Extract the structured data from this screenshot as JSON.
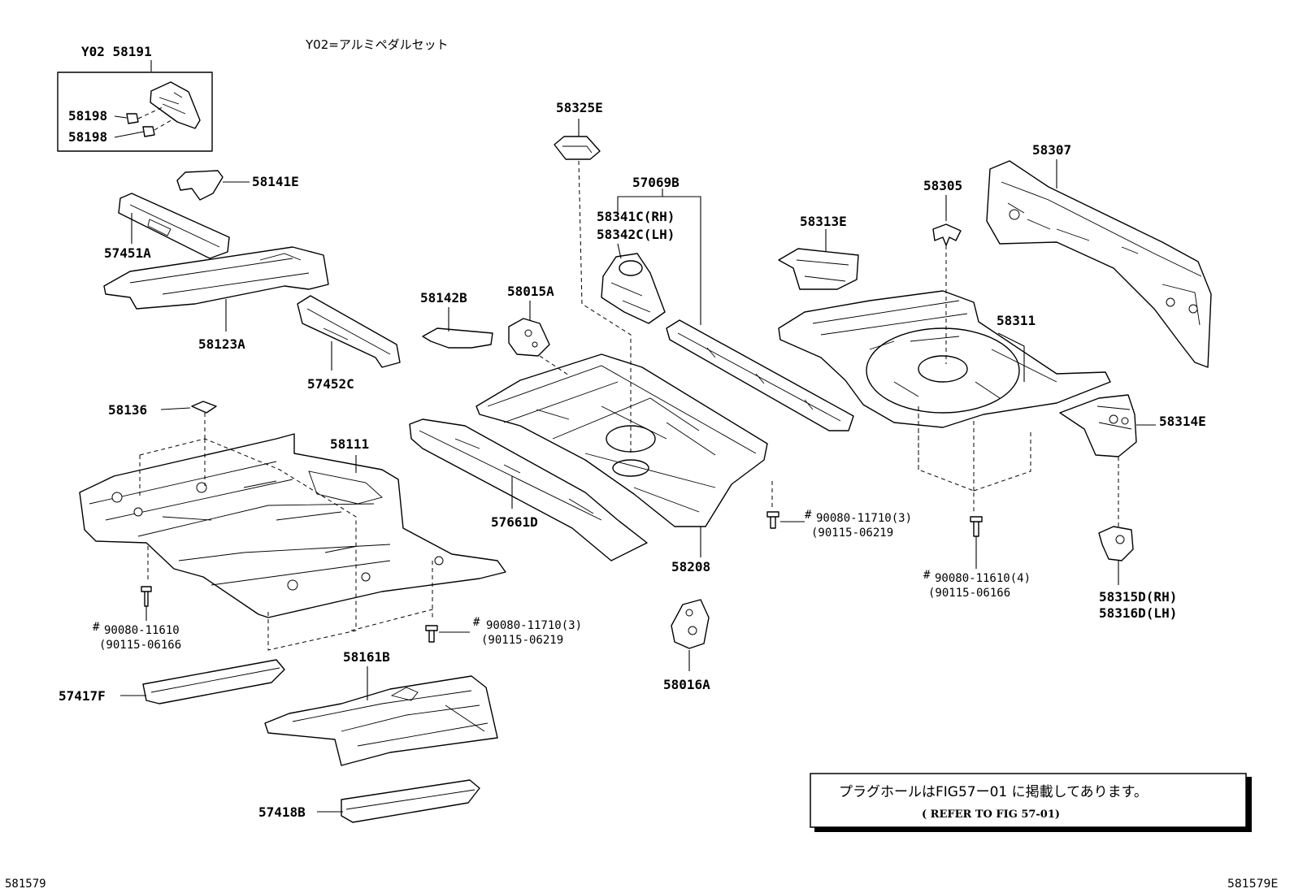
{
  "labels": {
    "p_y02_58191": "Y02 58191",
    "p_58198_a": "58198",
    "p_58198_b": "58198",
    "p_58141e": "58141E",
    "p_57451a": "57451A",
    "p_58123a": "58123A",
    "p_57452c": "57452C",
    "p_58142b": "58142B",
    "p_58015a": "58015A",
    "p_58325e": "58325E",
    "p_57069b": "57069B",
    "p_58341c": "58341C(RH)",
    "p_58342c": "58342C(LH)",
    "p_58313e": "58313E",
    "p_58305": "58305",
    "p_58307": "58307",
    "p_58311": "58311",
    "p_58314e": "58314E",
    "p_58136": "58136",
    "p_58111": "58111",
    "p_57661d": "57661D",
    "p_58208": "58208",
    "p_58016a": "58016A",
    "p_58315d": "58315D(RH)",
    "p_58316d": "58316D(LH)",
    "p_57417f": "57417F",
    "p_58161b": "58161B",
    "p_57418b": "57418B"
  },
  "fasteners": {
    "f1_main": "90080-11710(3)",
    "f1_alt": "(90115-06219",
    "f2_main": "90080-11610(4)",
    "f2_alt": "(90115-06166",
    "f3_main": "90080-11610",
    "f3_alt": "(90115-06166",
    "f4_main": "90080-11710(3)",
    "f4_alt": "(90115-06219",
    "mark": "#"
  },
  "notes": {
    "y02_note": "Y02=アルミペダルセット",
    "refer_jp": "プラグホールはFIG57ー01 に掲載してあります。",
    "refer_en": "( REFER TO FIG 57-01)"
  },
  "footer": {
    "left_code": "581579",
    "right_code": "581579E"
  },
  "colors": {
    "line": "#000000",
    "background": "#ffffff"
  }
}
